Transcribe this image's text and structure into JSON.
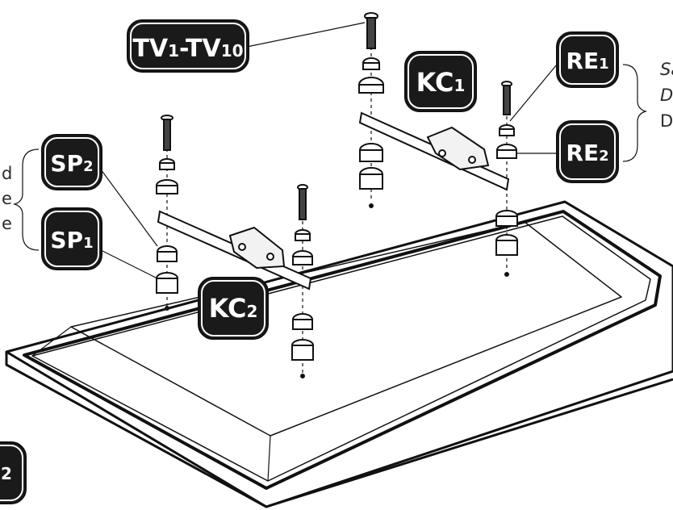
{
  "labels": {
    "tv_screws": {
      "main": "TV",
      "sub1": "1",
      "dash": "-TV",
      "sub2": "10"
    },
    "kc1": {
      "main": "KC",
      "sub": "1"
    },
    "kc2": {
      "main": "KC",
      "sub": "2"
    },
    "re1": {
      "main": "RE",
      "sub": "1"
    },
    "re2": {
      "main": "RE",
      "sub": "2"
    },
    "sp1": {
      "main": "SP",
      "sub": "1"
    },
    "sp2": {
      "main": "SP",
      "sub": "2"
    },
    "corner_fragment": "2"
  },
  "notes": {
    "right_line1": "Sa",
    "right_line2": "D",
    "right_line3": "D",
    "left_line1": "d",
    "left_line2": "e",
    "left_line3": "e"
  },
  "colors": {
    "badge_fill": "#1a1a1a",
    "badge_border": "#ffffff",
    "line": "#111111",
    "text_note": "#2a2a2a"
  }
}
